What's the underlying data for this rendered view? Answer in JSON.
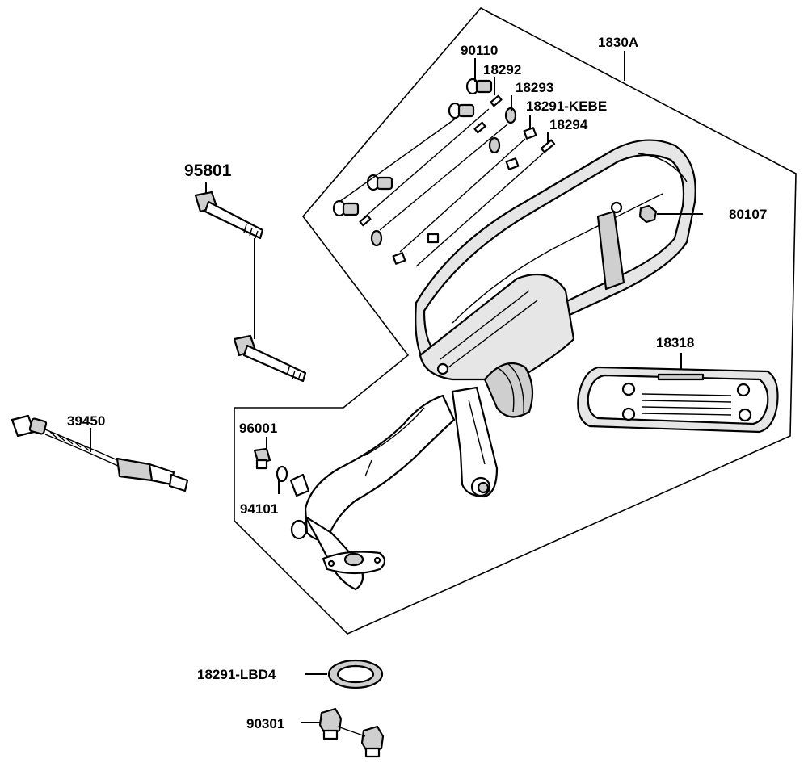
{
  "diagram": {
    "labels": {
      "p90110": "90110",
      "p18292": "18292",
      "p18293": "18293",
      "p18291kebe": "18291-KEBE",
      "p18294": "18294",
      "p1830a": "1830A",
      "p95801": "95801",
      "p80107": "80107",
      "p18318": "18318",
      "p39450": "39450",
      "p96001": "96001",
      "p94101": "94101",
      "p18291lbd4": "18291-LBD4",
      "p90301": "90301"
    }
  }
}
